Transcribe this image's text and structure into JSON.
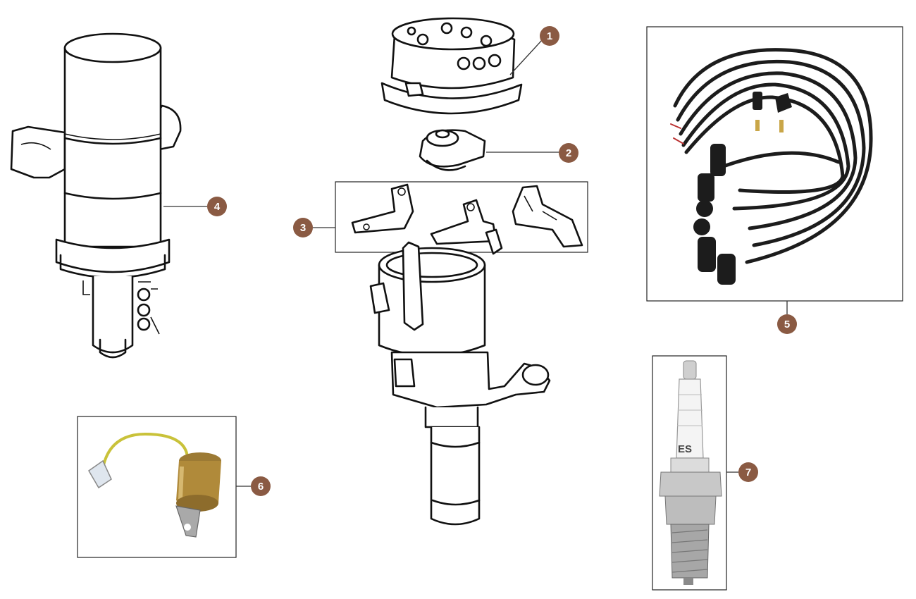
{
  "callouts": [
    {
      "id": "1",
      "label": "1"
    },
    {
      "id": "2",
      "label": "2"
    },
    {
      "id": "3",
      "label": "3"
    },
    {
      "id": "4",
      "label": "4"
    },
    {
      "id": "5",
      "label": "5"
    },
    {
      "id": "6",
      "label": "6"
    },
    {
      "id": "7",
      "label": "7"
    }
  ],
  "spark_plug_marking": "ES",
  "colors": {
    "callout_fill": "#8a5a43",
    "callout_text": "#ffffff",
    "line_art": "#111111",
    "lead_wire": "#1c1c1c",
    "condenser_body": "#b08a3a",
    "condenser_wire": "#c9c23a"
  }
}
